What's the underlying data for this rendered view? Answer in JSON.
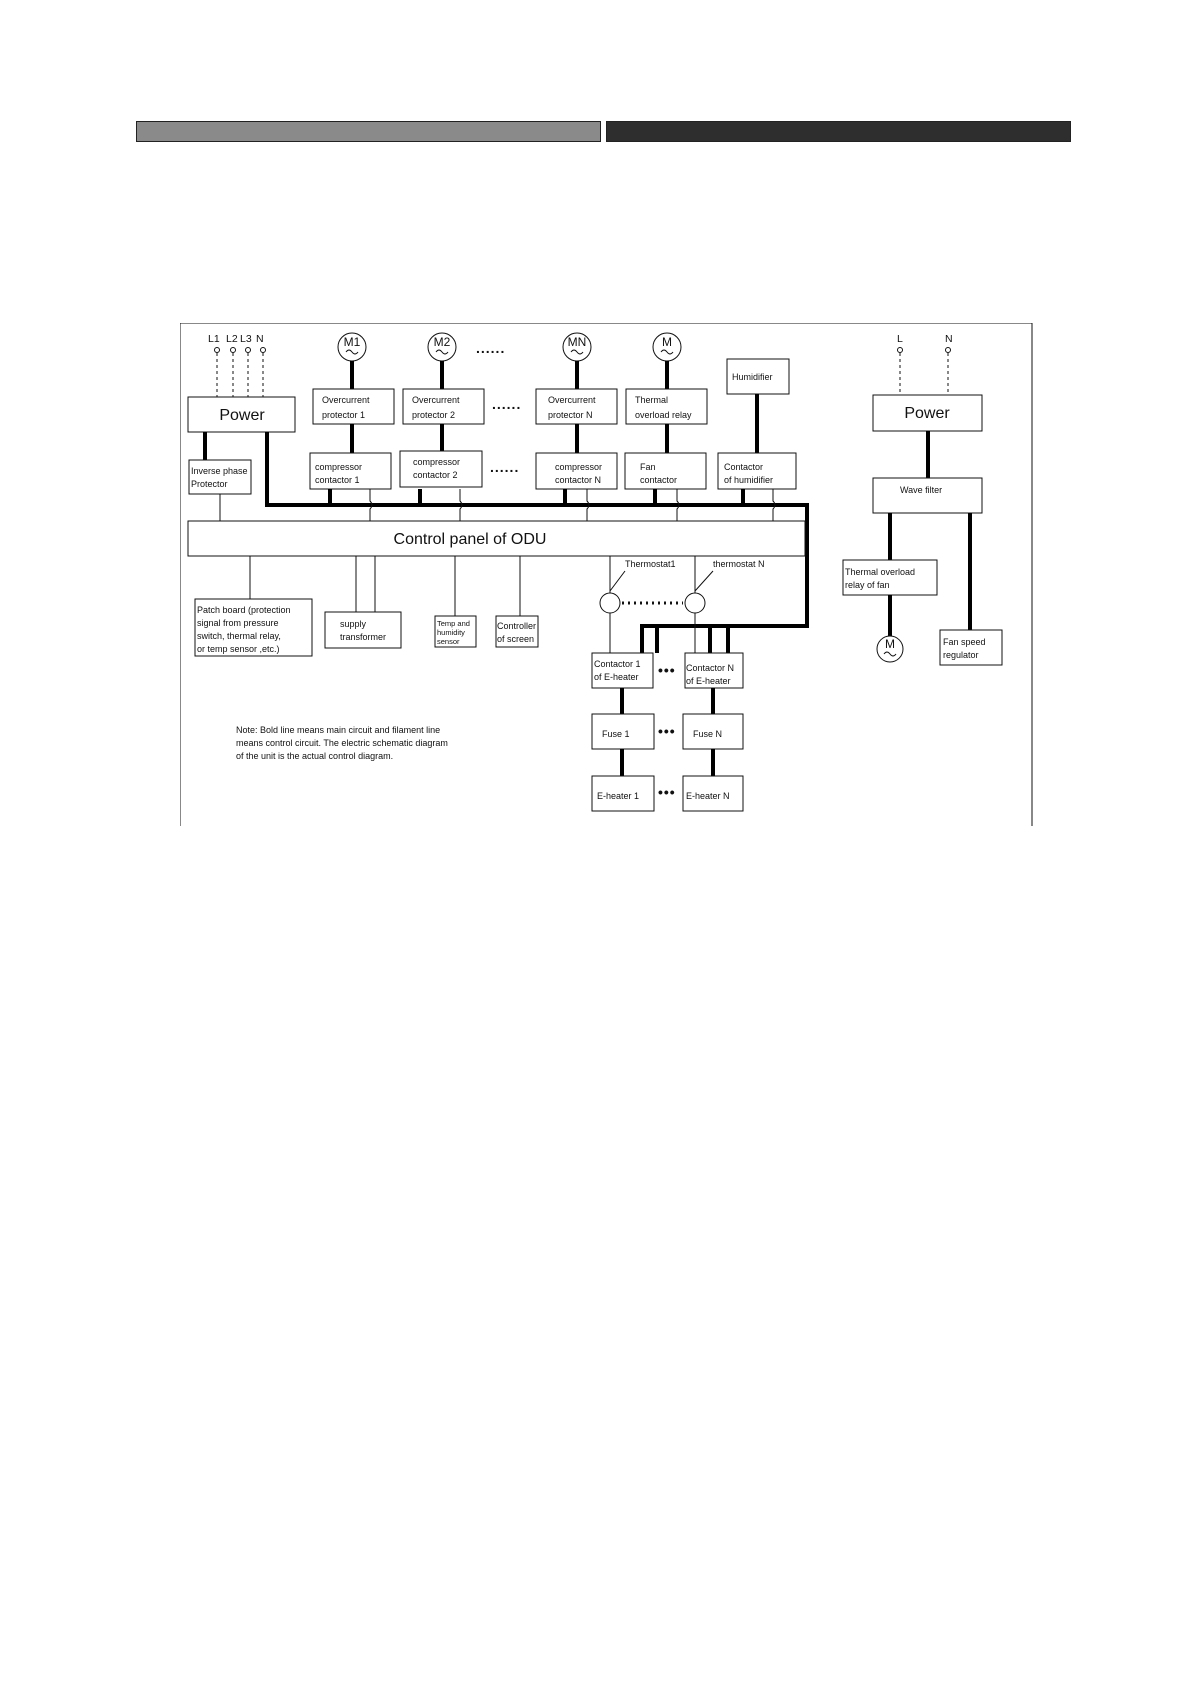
{
  "header": {
    "left_bar": "",
    "right_bar": ""
  },
  "diagram": {
    "terminals_left": [
      "L1",
      "L2",
      "L3",
      "N"
    ],
    "terminals_right": [
      "L",
      "N"
    ],
    "motors": {
      "m1": "M1",
      "m2": "M2",
      "mn": "MN",
      "fan": "M",
      "fan2": "M"
    },
    "ellipsis": "......",
    "dots3": "•••",
    "power_left": "Power",
    "power_right": "Power",
    "inverse_phase": [
      "Inverse phase",
      "Protector"
    ],
    "oc1": [
      "Overcurrent",
      "protector 1"
    ],
    "oc2": [
      "Overcurrent",
      "protector 2"
    ],
    "ocn": [
      "Overcurrent",
      "protector N"
    ],
    "thermal_overload": [
      "Thermal",
      "overload relay"
    ],
    "humidifier": "Humidifier",
    "cc1": [
      "compressor",
      "contactor 1"
    ],
    "cc2": [
      "compressor",
      "contactor 2"
    ],
    "ccn": [
      "compressor",
      "contactor N"
    ],
    "fan_contactor": [
      "Fan",
      "contactor"
    ],
    "contactor_humidifier": [
      "Contactor",
      "of humidifier"
    ],
    "control_panel": "Control panel of ODU",
    "thermostat1": "Thermostat1",
    "thermostatn": "thermostat N",
    "patch_board": [
      "Patch board (protection",
      "signal  from pressure",
      "switch, thermal relay,",
      "or temp sensor ,etc.)"
    ],
    "supply_transformer": [
      "supply",
      "transformer"
    ],
    "temp_humidity": [
      "Temp and",
      "humidity",
      "sensor"
    ],
    "controller_screen": [
      "Controller",
      "of screen"
    ],
    "contactor_eheater1": [
      "Contactor 1",
      "of E-heater"
    ],
    "contactor_eheatern": [
      "Contactor N",
      "of E-heater"
    ],
    "fuse1": "Fuse  1",
    "fusen": "Fuse  N",
    "eheater1": "E-heater 1",
    "eheatern": "E-heater N",
    "wave_filter": "Wave filter",
    "thermal_relay_fan": [
      "Thermal overload",
      "relay of fan"
    ],
    "fan_speed_regulator": [
      "Fan speed",
      "regulator"
    ],
    "note": [
      "Note: Bold line means main circuit  and filament line",
      "means control circuit. The electric schematic diagram",
      "of the unit is the actual control diagram."
    ]
  }
}
